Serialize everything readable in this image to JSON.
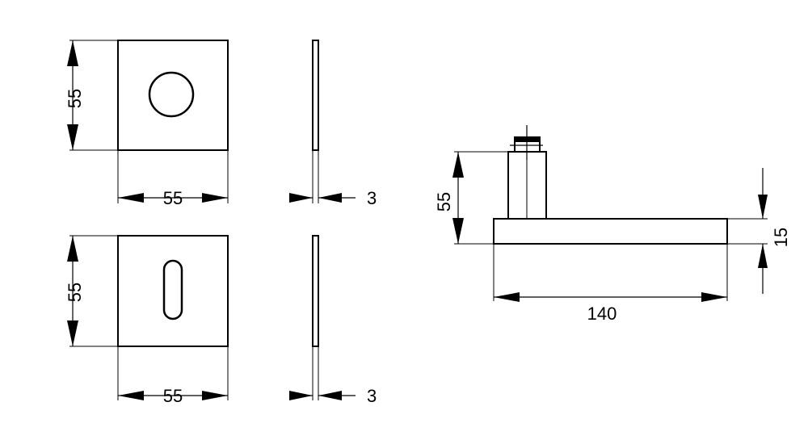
{
  "dimensions": {
    "top_rose_height": "55",
    "top_rose_width": "55",
    "top_rose_thickness": "3",
    "bottom_rose_height": "55",
    "bottom_rose_width": "55",
    "bottom_rose_thickness": "3",
    "lever_height": "55",
    "lever_length": "140",
    "lever_thickness": "15"
  },
  "colors": {
    "line": "#000000",
    "background": "#ffffff"
  }
}
